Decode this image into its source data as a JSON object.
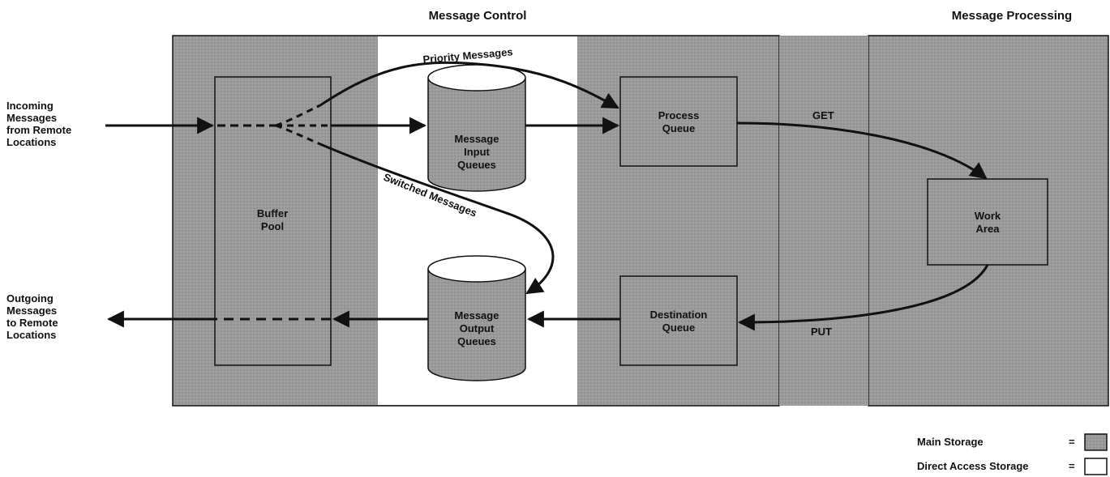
{
  "headers": {
    "message_control": "Message Control",
    "message_processing": "Message Processing"
  },
  "incoming_label": [
    "Incoming",
    "Messages",
    "from Remote",
    "Locations"
  ],
  "outgoing_label": [
    "Outgoing",
    "Messages",
    "to Remote",
    "Locations"
  ],
  "buffer_pool": [
    "Buffer",
    "Pool"
  ],
  "message_input_queues": [
    "Message",
    "Input",
    "Queues"
  ],
  "message_output_queues": [
    "Message",
    "Output",
    "Queues"
  ],
  "process_queue": [
    "Process",
    "Queue"
  ],
  "destination_queue": [
    "Destination",
    "Queue"
  ],
  "work_area": [
    "Work",
    "Area"
  ],
  "flows": {
    "priority": "Priority Messages",
    "switched": "Switched Messages",
    "get": "GET",
    "put": "PUT"
  },
  "legend": {
    "main_storage": "Main Storage",
    "direct_access_storage": "Direct Access Storage",
    "equals": "="
  },
  "colors": {
    "main_storage_fill": "#9a9a9a",
    "direct_access_fill": "#ffffff",
    "stroke": "#111111"
  }
}
